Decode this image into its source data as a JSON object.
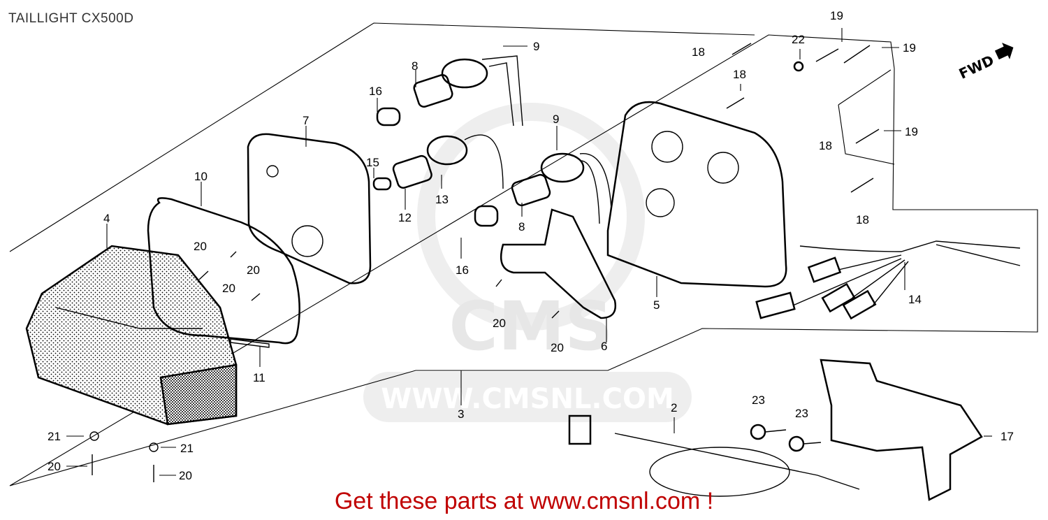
{
  "title": "TAILLIGHT CX500D",
  "footer": "Get these parts at www.cmsnl.com !",
  "watermark": {
    "brand": "CMS",
    "url": "WWW.CMSNL.COM"
  },
  "direction_marker": "FWD",
  "callouts": [
    {
      "id": "c1",
      "label": "9"
    },
    {
      "id": "c2",
      "label": "8"
    },
    {
      "id": "c3",
      "label": "16"
    },
    {
      "id": "c4",
      "label": "7"
    },
    {
      "id": "c5",
      "label": "9"
    },
    {
      "id": "c6",
      "label": "15"
    },
    {
      "id": "c7",
      "label": "12"
    },
    {
      "id": "c8",
      "label": "13"
    },
    {
      "id": "c9",
      "label": "8"
    },
    {
      "id": "c10",
      "label": "16"
    },
    {
      "id": "c11",
      "label": "10"
    },
    {
      "id": "c12",
      "label": "4"
    },
    {
      "id": "c13",
      "label": "20"
    },
    {
      "id": "c14",
      "label": "20"
    },
    {
      "id": "c15",
      "label": "20"
    },
    {
      "id": "c16",
      "label": "11"
    },
    {
      "id": "c17",
      "label": "20"
    },
    {
      "id": "c18",
      "label": "20"
    },
    {
      "id": "c19",
      "label": "6"
    },
    {
      "id": "c20",
      "label": "5"
    },
    {
      "id": "c21",
      "label": "18"
    },
    {
      "id": "c22",
      "label": "22"
    },
    {
      "id": "c23",
      "label": "19"
    },
    {
      "id": "c24",
      "label": "19"
    },
    {
      "id": "c25",
      "label": "18"
    },
    {
      "id": "c26",
      "label": "18"
    },
    {
      "id": "c27",
      "label": "19"
    },
    {
      "id": "c28",
      "label": "18"
    },
    {
      "id": "c29",
      "label": "14"
    },
    {
      "id": "c30",
      "label": "3"
    },
    {
      "id": "c31",
      "label": "2"
    },
    {
      "id": "c32",
      "label": "23"
    },
    {
      "id": "c33",
      "label": "23"
    },
    {
      "id": "c34",
      "label": "17"
    },
    {
      "id": "c35",
      "label": "21"
    },
    {
      "id": "c36",
      "label": "21"
    },
    {
      "id": "c37",
      "label": "20"
    },
    {
      "id": "c38",
      "label": "20"
    }
  ],
  "colors": {
    "ink": "#000000",
    "footer": "#c00000",
    "watermark": "#dcdcdc",
    "title": "#333333"
  }
}
